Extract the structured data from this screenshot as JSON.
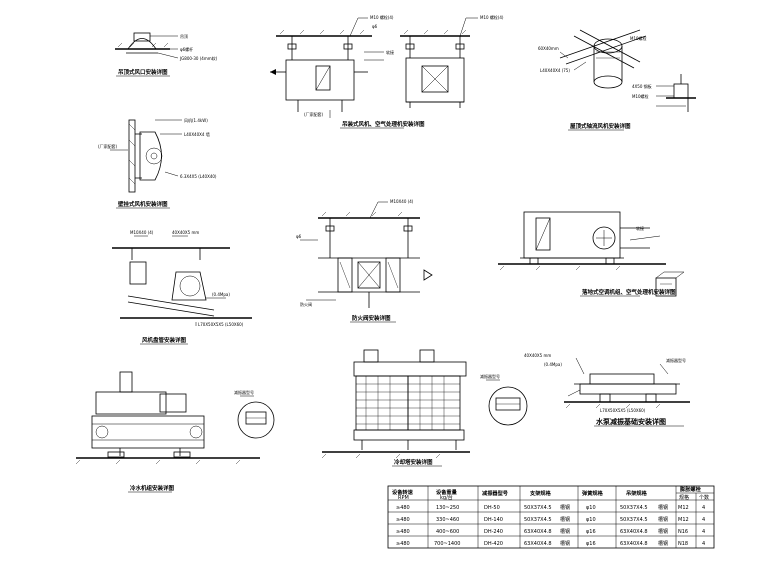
{
  "captions": {
    "top_left": "吊顶式风口安装详图",
    "wall_fan": "壁挂式风机安装详图",
    "ahu": "吊装式风机、空气处理机安装详图",
    "roof_fan": "屋顶式轴流风机安装详图",
    "air_handler": "落地式空调机组、空气处理机安装详图",
    "damper": "防火阀安装详图",
    "pump_pit": "风机盘管安装详图",
    "chiller": "冷水机组安装详图",
    "cooling_tower": "冷却塔安装详图",
    "pump_base": "水泵减振基础安装详图"
  },
  "labels": {
    "tl_1": "吊顶",
    "tl_2": "φ6螺杆",
    "tl_3": "JG800-30 (4mm软)",
    "wf_1": "风机(1.4kW)",
    "wf_2": "L40X40X4 墙",
    "wf_3": "(厂家配套)",
    "wf_4": "6.3X4X5 (L40X40)",
    "ahu_1": "M10 螺栓(4)",
    "ahu_2": "φ6",
    "ahu_3": "软接",
    "ahu_4": "(厂家配套)",
    "rf_1": "60X40mm",
    "rf_2": "L40X40X4 (75)",
    "rf_3": "M10螺栓",
    "rf_4": "4X50 钢板",
    "dm_1": "M10X40 (4)",
    "dm_2": "防火阀",
    "pb_1": "40X40X5 mm",
    "pb_2": "(0.4Mpa)",
    "pb_3": "减振器型号",
    "pb_4": "L70X50X5X5 (L50X60)"
  },
  "table": {
    "headers": [
      "设备转速",
      "设备重量",
      "减振器型号",
      "支架规格",
      "弹簧规格",
      "吊架规格",
      "膨胀螺栓"
    ],
    "subheaders": [
      "RPM",
      "kg/台",
      "",
      "",
      "",
      "",
      "规格",
      "个数"
    ],
    "rows": [
      [
        "≥480",
        "130~250",
        "DH-50",
        "50X37X4.5",
        "φ10",
        "50X37X4.5",
        "M12",
        "4"
      ],
      [
        "≥480",
        "330~460",
        "DH-140",
        "50X37X4.5",
        "φ10",
        "50X37X4.5",
        "M12",
        "4"
      ],
      [
        "≥480",
        "400~600",
        "DH-240",
        "63X40X4.8",
        "φ16",
        "63X40X4.8",
        "N16",
        "4"
      ],
      [
        "≥480",
        "700~1400",
        "DH-420",
        "63X40X4.8",
        "φ16",
        "63X40X4.8",
        "N18",
        "4"
      ]
    ],
    "steel_note": "槽钢"
  }
}
